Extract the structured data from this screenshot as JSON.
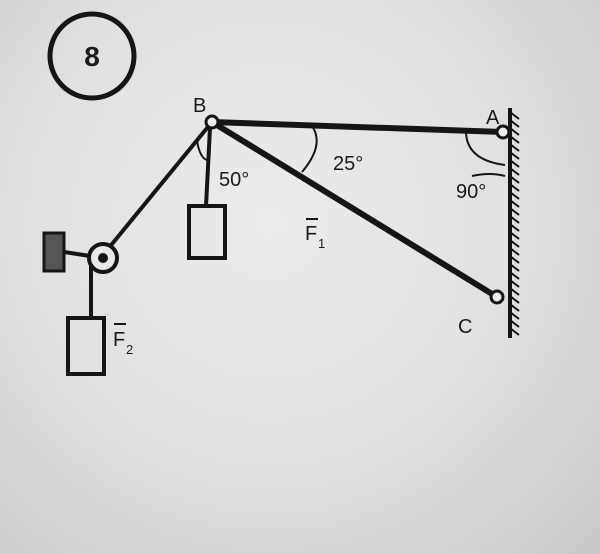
{
  "problem_number": "8",
  "points": {
    "B": "B",
    "A": "A",
    "C": "C"
  },
  "angles": {
    "angle_B_vertical": "50°",
    "angle_B_C": "25°",
    "angle_A": "90°"
  },
  "forces": {
    "F1": {
      "letter": "F",
      "sub": "1"
    },
    "F2": {
      "letter": "F",
      "sub": "2"
    }
  }
}
